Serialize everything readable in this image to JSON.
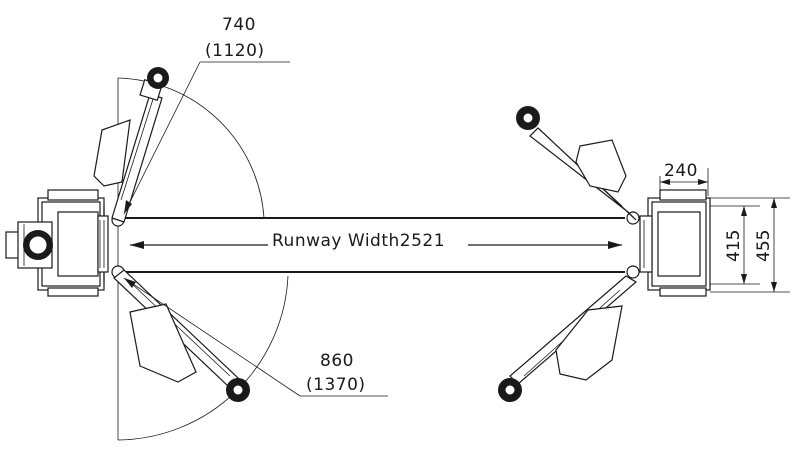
{
  "drawing": {
    "runway_label": "Runway Width",
    "runway_value": "2521",
    "arm_short": {
      "value": "740",
      "value_alt": "(1120)"
    },
    "arm_long": {
      "value": "860",
      "value_alt": "(1370)"
    },
    "column_offset": "240",
    "base_inner": "415",
    "base_outer": "455"
  }
}
